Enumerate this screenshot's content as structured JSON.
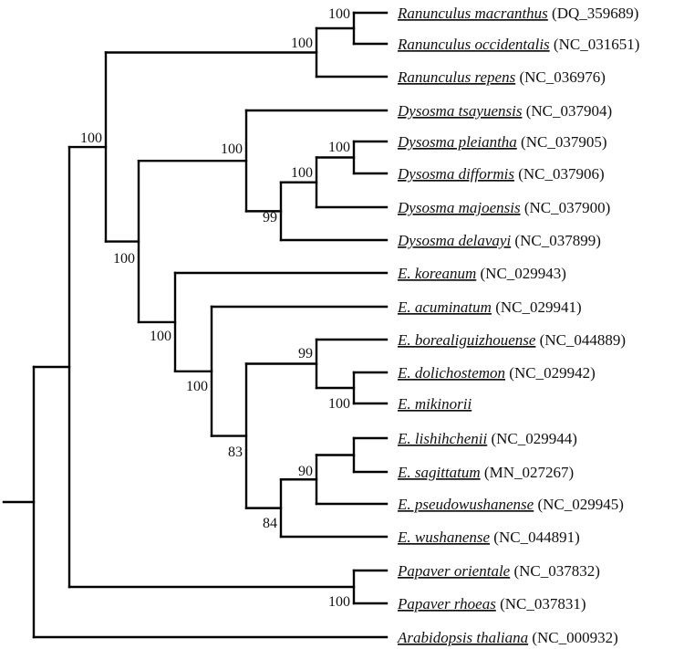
{
  "tree": {
    "tips": [
      {
        "name": "Ranunculus macranthus",
        "accession": "(DQ_359689)"
      },
      {
        "name": "Ranunculus occidentalis",
        "accession": "(NC_031651)"
      },
      {
        "name": "Ranunculus repens",
        "accession": "(NC_036976)"
      },
      {
        "name": "Dysosma tsayuensis",
        "accession": "(NC_037904)"
      },
      {
        "name": "Dysosma pleiantha",
        "accession": "(NC_037905)"
      },
      {
        "name": "Dysosma difformis",
        "accession": "(NC_037906)"
      },
      {
        "name": "Dysosma majoensis",
        "accession": "(NC_037900)"
      },
      {
        "name": "Dysosma delavayi",
        "accession": "(NC_037899)"
      },
      {
        "name": "E. koreanum",
        "accession": "(NC_029943)"
      },
      {
        "name": "E. acuminatum",
        "accession": "(NC_029941)"
      },
      {
        "name": "E. borealiguizhouense",
        "accession": "(NC_044889)"
      },
      {
        "name": "E. dolichostemon",
        "accession": "(NC_029942)"
      },
      {
        "name": "E. mikinorii",
        "accession": ""
      },
      {
        "name": "E. lishihchenii",
        "accession": "(NC_029944)"
      },
      {
        "name": "E. sagittatum",
        "accession": "(MN_027267)"
      },
      {
        "name": "E. pseudowushanense",
        "accession": "(NC_029945)"
      },
      {
        "name": "E. wushanense",
        "accession": "(NC_044891)"
      },
      {
        "name": "Papaver orientale",
        "accession": "(NC_037832)"
      },
      {
        "name": "Papaver rhoeas",
        "accession": "(NC_037831)"
      },
      {
        "name": "Arabidopsis thaliana",
        "accession": "(NC_000932)"
      }
    ],
    "support_values": [
      "100",
      "100",
      "100",
      "100",
      "100",
      "99",
      "100",
      "100",
      "100",
      "99",
      "100",
      "83",
      "100",
      "90",
      "84",
      "100"
    ]
  }
}
